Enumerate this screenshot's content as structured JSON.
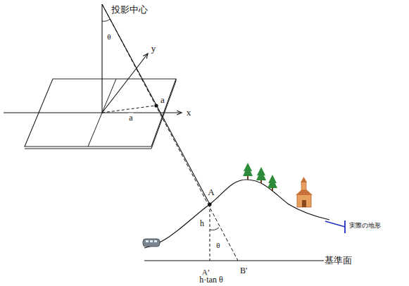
{
  "diagram": {
    "labels": [
      "投影中心",
      "θ",
      "y",
      "x",
      "a",
      "a",
      "A",
      "h",
      "θ",
      "A'",
      "B'",
      "h·tan θ",
      "基準面",
      "実際の地形"
    ]
  }
}
